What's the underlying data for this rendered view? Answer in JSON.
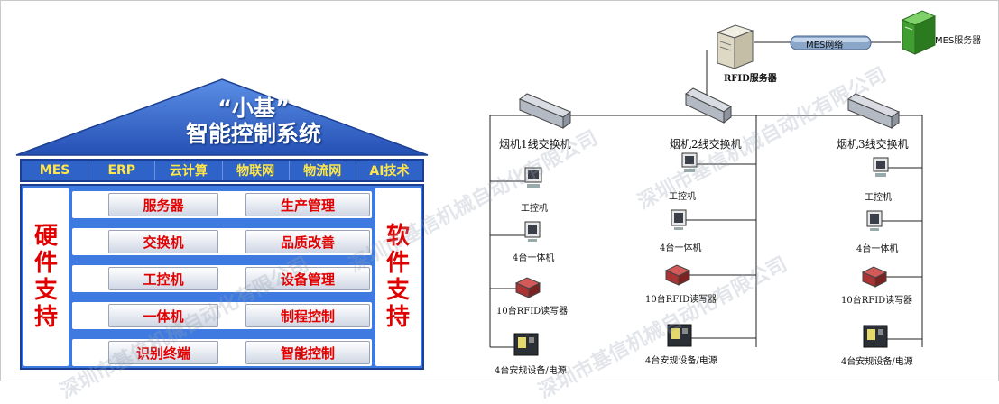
{
  "house": {
    "title_line1": "“小基”",
    "title_line2": "智能控制系统",
    "tags": [
      "MES",
      "ERP",
      "云计算",
      "物联网",
      "物流网",
      "AI技术"
    ],
    "left_side": [
      "硬",
      "件",
      "支",
      "持"
    ],
    "right_side": [
      "软",
      "件",
      "支",
      "持"
    ],
    "hardware": [
      "服务器",
      "交换机",
      "工控机",
      "一体机",
      "识别终端"
    ],
    "software": [
      "生产管理",
      "品质改善",
      "设备管理",
      "制程控制",
      "智能控制"
    ]
  },
  "network": {
    "mes_server": "MES服务器",
    "mes_network": "MES网络",
    "rfid_server": "RFID服务器",
    "switches": [
      "烟机1线交换机",
      "烟机2线交换机",
      "烟机3线交换机"
    ],
    "device_labels": {
      "ipc": "工控机",
      "all_in_one": "4台一体机",
      "rfid_reader": "10台RFID读写器",
      "safety": "4台安规设备/电源"
    }
  },
  "watermark": "深圳市基信机械自动化有限公司",
  "colors": {
    "roof_blue": "#2f63c8",
    "panel_blue": "#3e7ae0",
    "tag_yellow": "#ffe64a",
    "module_red": "#e10000"
  }
}
